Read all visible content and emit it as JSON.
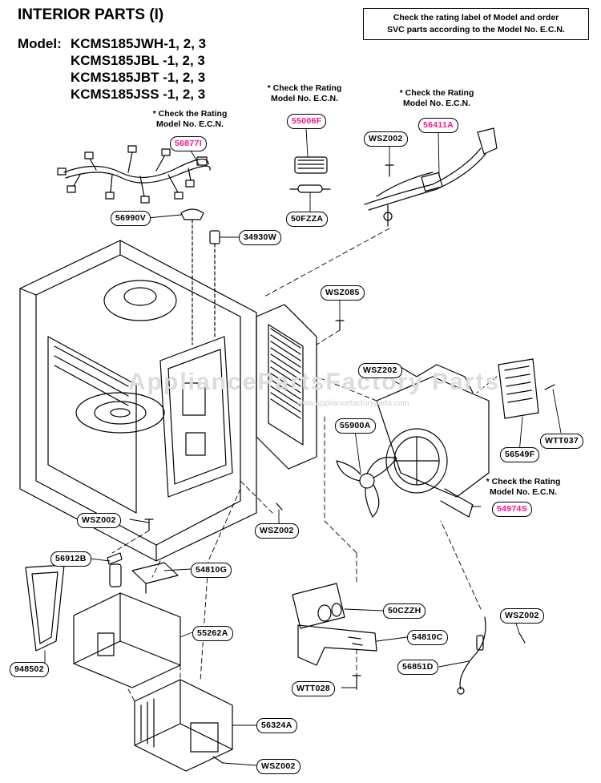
{
  "header": {
    "title": "INTERIOR PARTS (I)",
    "model_prefix": "Model:",
    "models": [
      "KCMS185JWH-1, 2, 3",
      "KCMS185JBL -1, 2, 3",
      "KCMS185JBT -1, 2, 3",
      "KCMS185JSS -1, 2, 3"
    ]
  },
  "note_box": {
    "line1": "Check the rating label of Model and order",
    "line2": "SVC parts according to the Model No. E.C.N."
  },
  "check_notes": [
    {
      "line1": "* Check the Rating",
      "line2": "Model No. E.C.N."
    },
    {
      "line1": "* Check the Rating",
      "line2": "Model No. E.C.N."
    },
    {
      "line1": "* Check the Rating",
      "line2": "Model No. E.C.N."
    },
    {
      "line1": "* Check the Rating",
      "line2": "Model No. E.C.N."
    }
  ],
  "part_labels": {
    "p56877I": "56877I",
    "p55006F": "55006F",
    "p56411A": "56411A",
    "p54974S": "54974S",
    "p56990V": "56990V",
    "p34930W": "34930W",
    "p50FZZA": "50FZZA",
    "wsz002_top": "WSZ002",
    "wsz085": "WSZ085",
    "wsz202": "WSZ202",
    "p55900A": "55900A",
    "p56549F": "56549F",
    "wtt037": "WTT037",
    "wsz002_left": "WSZ002",
    "wsz002_mid": "WSZ002",
    "p56912B": "56912B",
    "p54810G": "54810G",
    "p55262A": "55262A",
    "p948502": "948502",
    "p50CZZH": "50CZZH",
    "p54810C": "54810C",
    "wsz002_right": "WSZ002",
    "p56851D": "56851D",
    "wtt028": "WTT028",
    "p56324A": "56324A",
    "wsz002_bottom": "WSZ002"
  },
  "watermark": {
    "text": "AppliancePartsFactory Parts",
    "url": "www.appliancefactoryparts.com"
  },
  "colors": {
    "highlight": "#ff0f8a",
    "line": "#000000",
    "watermark": "#dcdcdc"
  }
}
